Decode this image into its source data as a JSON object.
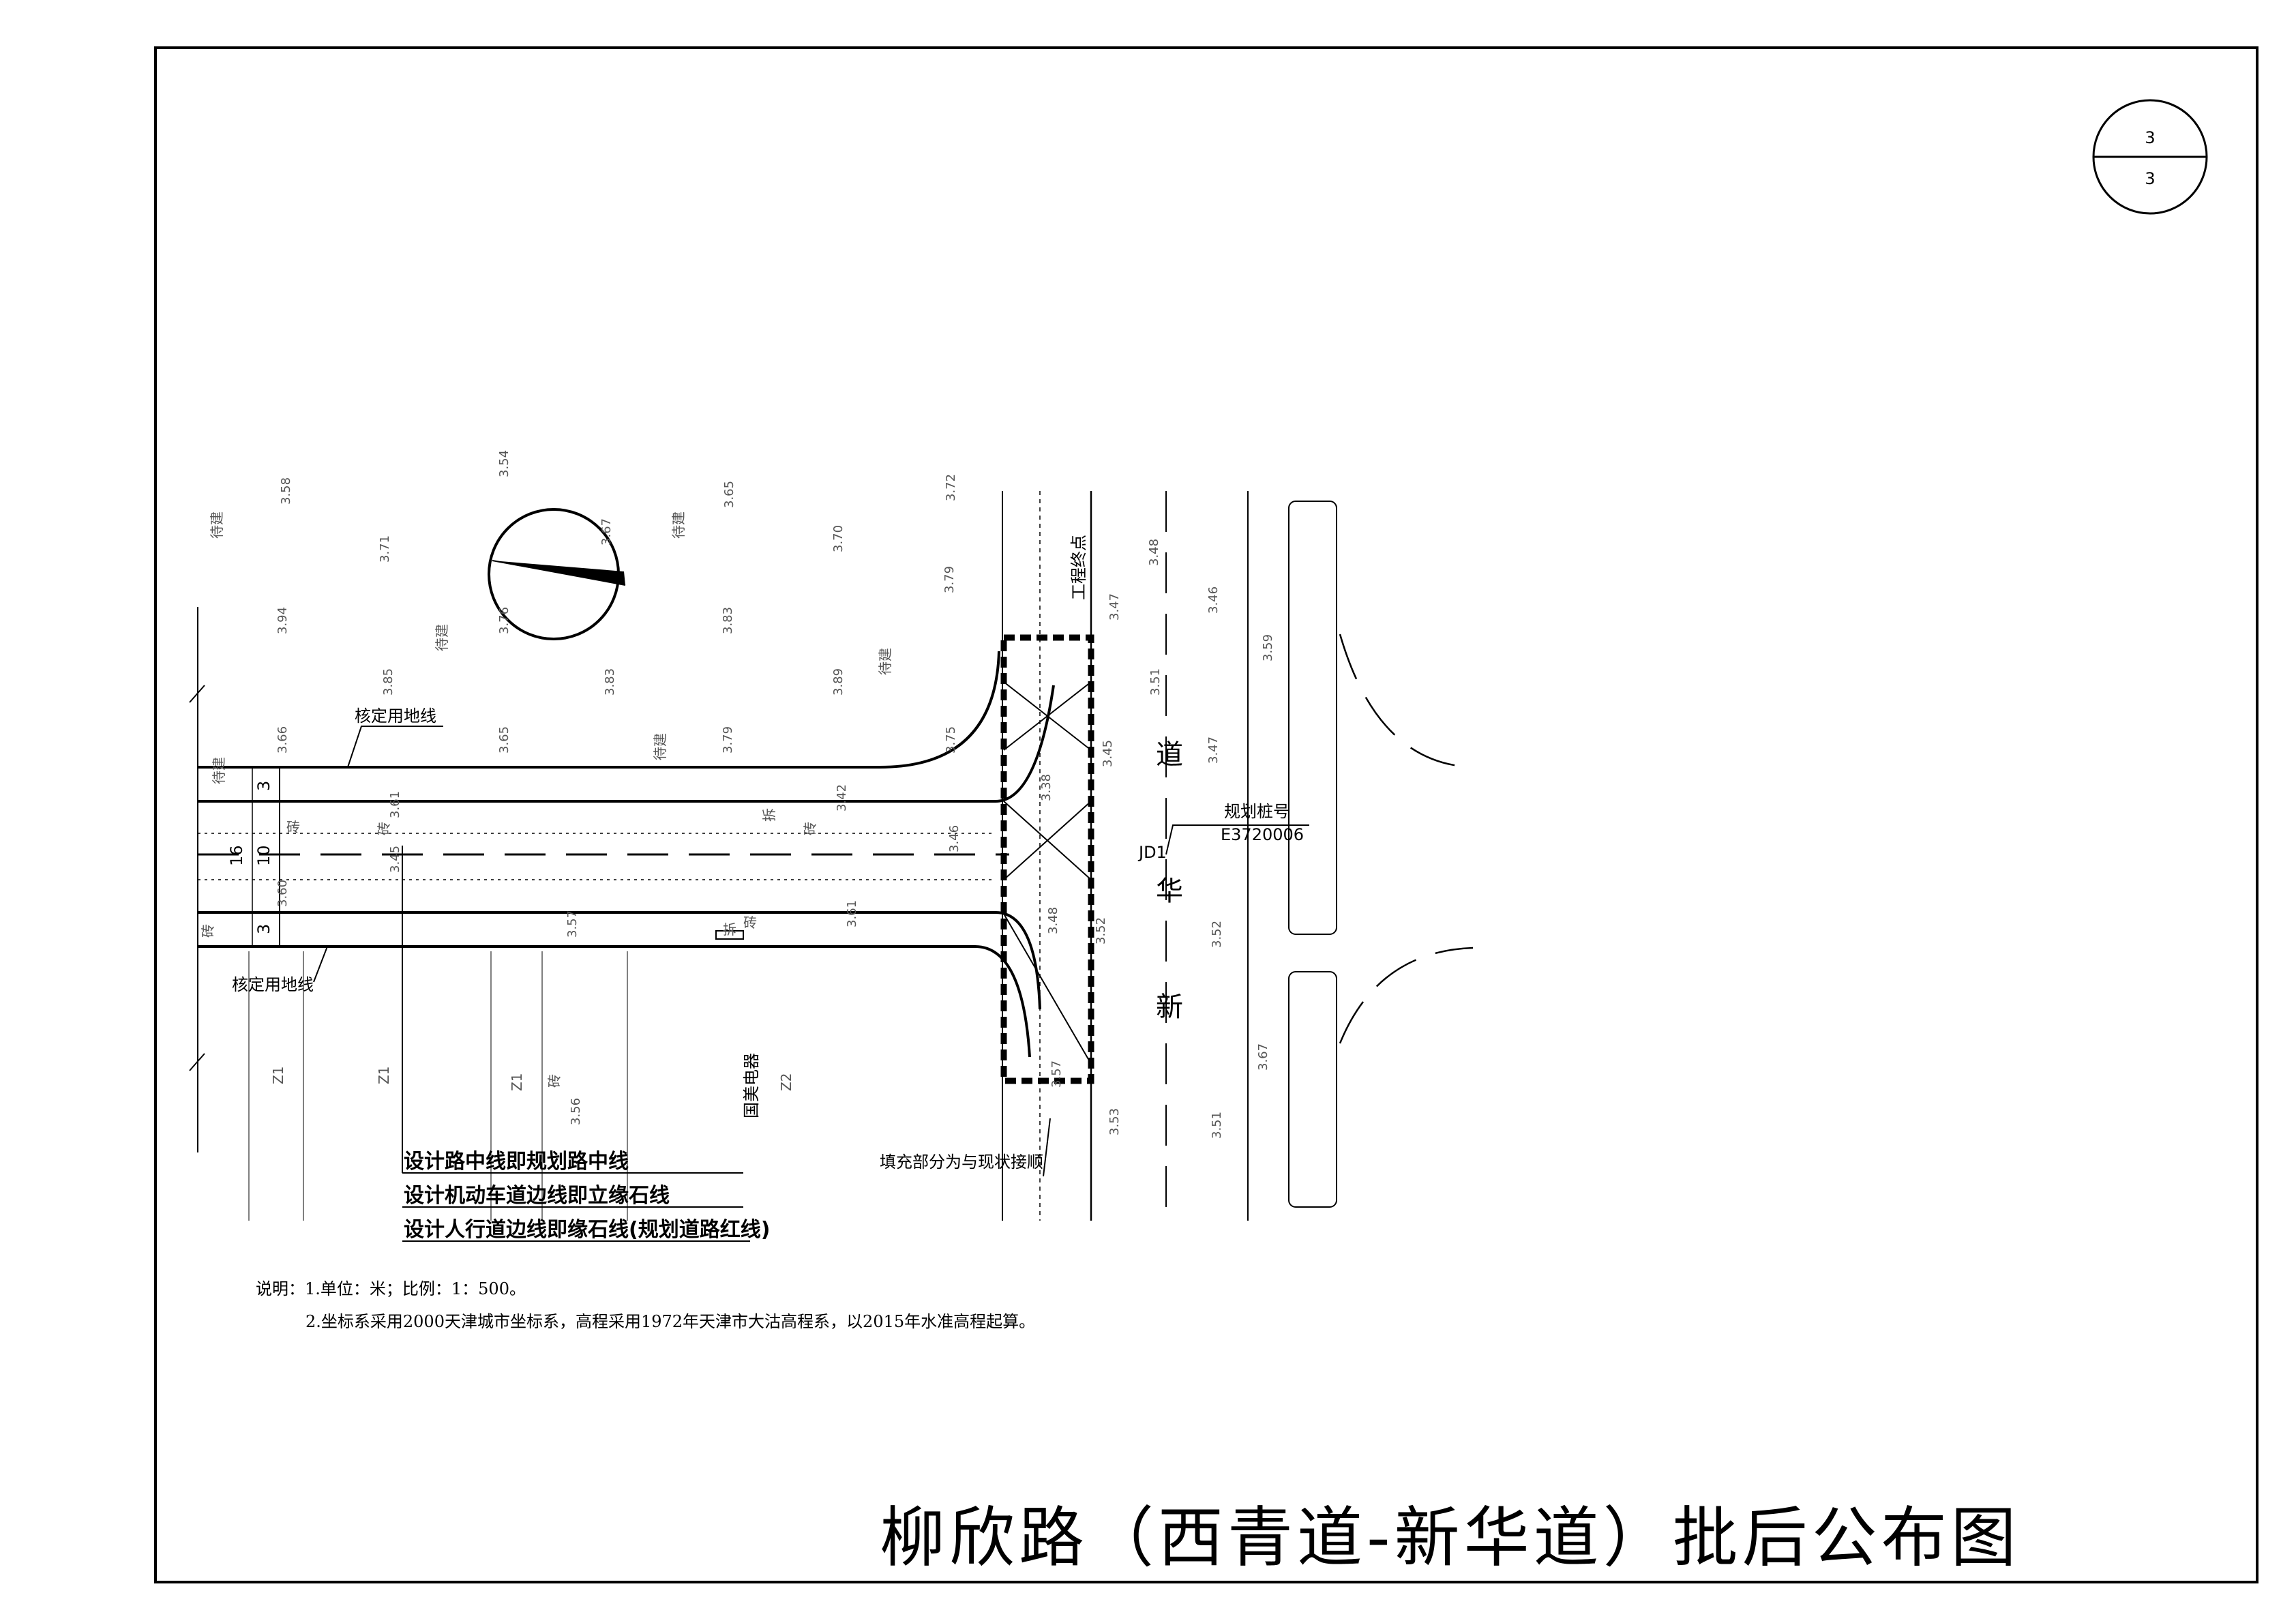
{
  "sheet": {
    "number_top": "3",
    "number_bottom": "3"
  },
  "title": "柳欣路（西青道-新华道）批后公布图",
  "notes": {
    "line1": "说明：1.单位：米；比例：1：500。",
    "line2": "2.坐标系采用2000天津城市坐标系，高程采用1972年天津市大沽高程系，以2015年水准高程起算。"
  },
  "legend": {
    "item1": "设计路中线即规划路中线",
    "item2": "设计机动车道边线即立缘石线",
    "item3": "设计人行道边线即缘石线(规划道路红线)"
  },
  "labels": {
    "hedingyongdi_top": "核定用地线",
    "hedingyongdi_bottom": "核定用地线",
    "guihua_zhuanghao": "规划桩号",
    "zhuanghao_value": "E3720006",
    "jd": "JD1",
    "tianchong": "填充部分为与现状接顺",
    "gongcheng_zhongdian": "工程终点",
    "road_name": [
      "新",
      "华",
      "道"
    ],
    "building": "国美电器"
  },
  "dimensions": {
    "total": "16",
    "middle": "10",
    "side_top": "3",
    "side_bottom": "3"
  },
  "elevations": [
    "3.58",
    "3.54",
    "3.71",
    "3.65",
    "3.70",
    "3.72",
    "3.67",
    "3.94",
    "3.76",
    "3.83",
    "3.79",
    "3.85",
    "3.66",
    "3.65",
    "3.83",
    "3.79",
    "3.89",
    "3.75",
    "3.48",
    "3.47",
    "3.46",
    "3.59",
    "3.51",
    "3.45",
    "3.47",
    "3.61",
    "3.45",
    "3.42",
    "3.46",
    "3.38",
    "3.61",
    "3.57",
    "3.48",
    "3.52",
    "3.52",
    "3.56",
    "3.53",
    "3.51",
    "3.67",
    "3.57",
    "3.60"
  ],
  "site_text": {
    "daijian": "待建",
    "zhuan": "砖",
    "z1": "Z1",
    "z2": "Z2",
    "chai": "拆"
  },
  "colors": {
    "line": "#000000",
    "gray_text": "#555555"
  }
}
